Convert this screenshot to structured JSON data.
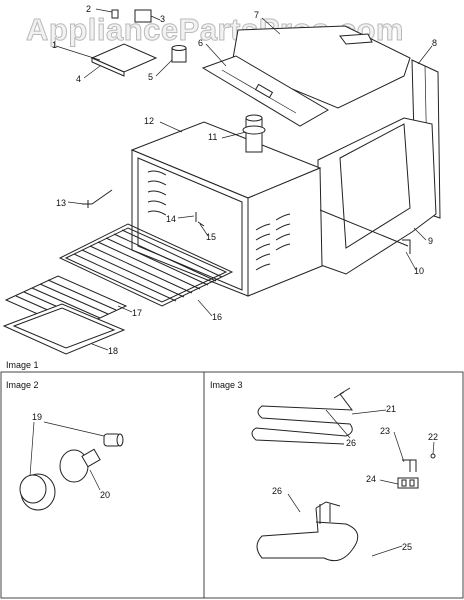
{
  "watermark": "AppliancePartsPros.com",
  "sections": [
    "Image 1",
    "Image 2",
    "Image 3"
  ],
  "callouts": [
    "1",
    "2",
    "3",
    "4",
    "5",
    "6",
    "7",
    "8",
    "9",
    "10",
    "11",
    "12",
    "13",
    "14",
    "15",
    "16",
    "17",
    "18",
    "19",
    "20",
    "21",
    "22",
    "23",
    "24",
    "25",
    "26",
    "26"
  ]
}
